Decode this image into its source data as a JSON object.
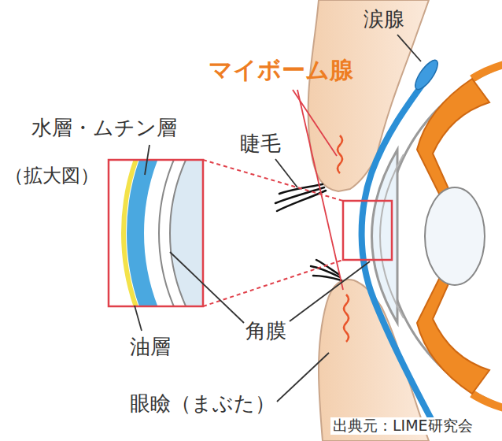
{
  "diagram": {
    "labels": [
      "涙腺",
      "マイボーム腺",
      "水層・ムチン層",
      "睫毛",
      "（拡大図）",
      "角膜",
      "油層",
      "眼瞼（まぶた）",
      "出典元：LIME研究会"
    ]
  }
}
